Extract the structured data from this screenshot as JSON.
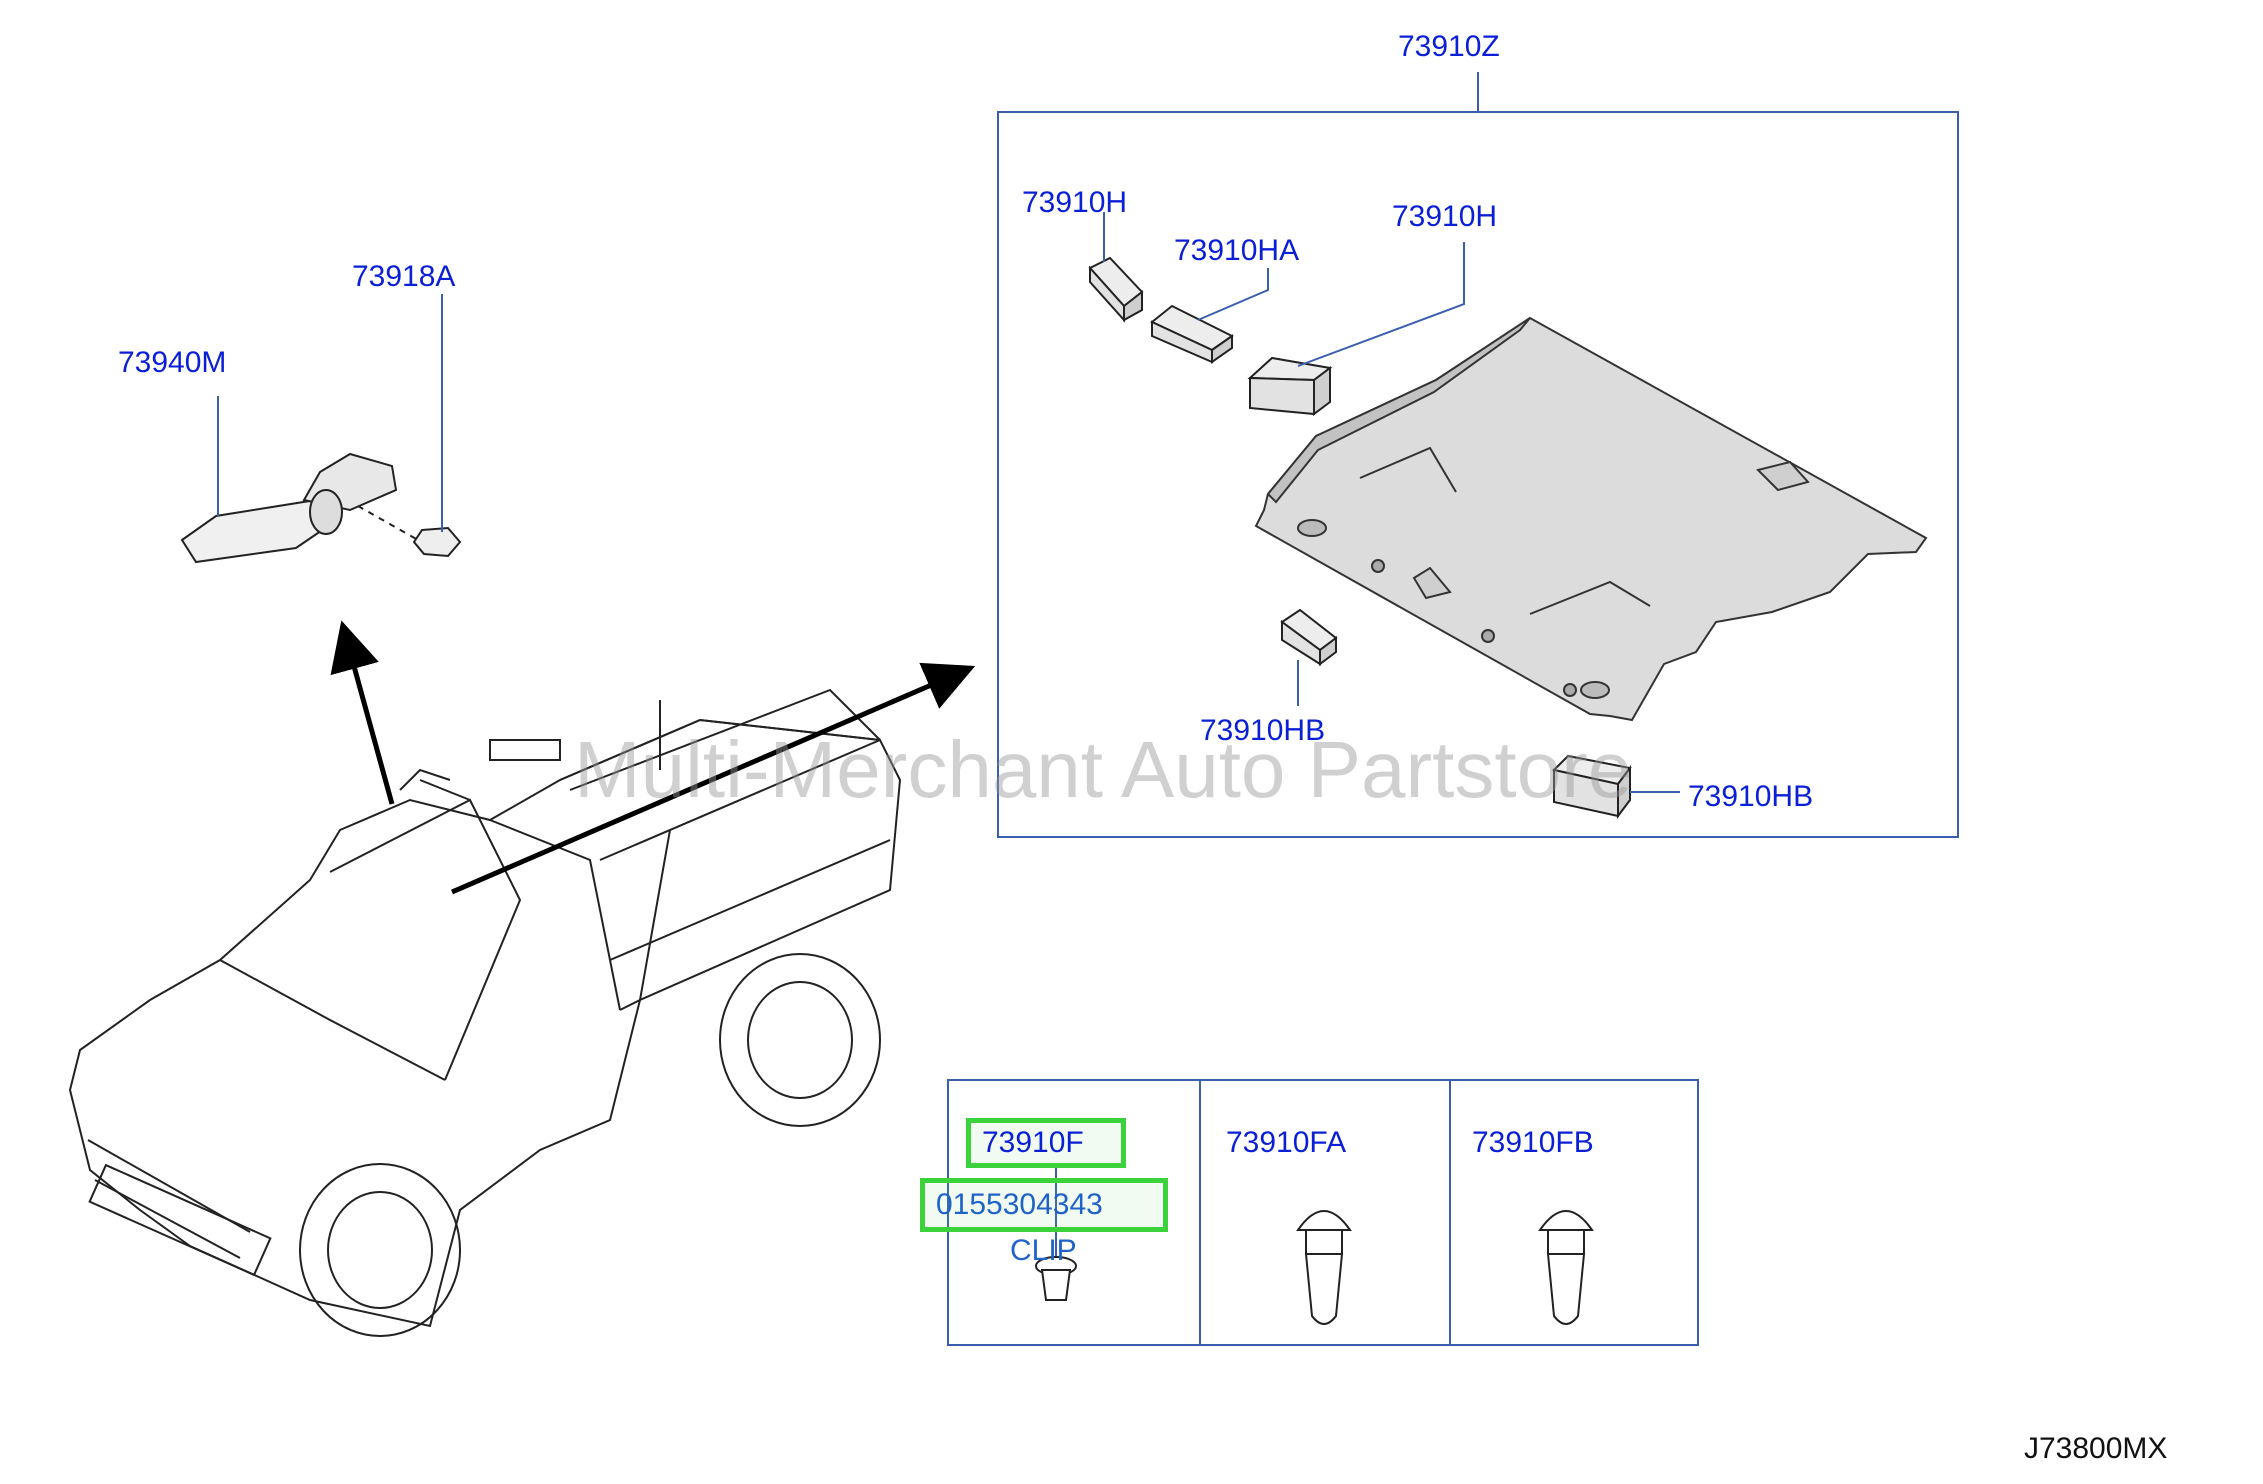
{
  "diagram": {
    "watermark": "Multi-Merchant Auto Partstore",
    "drawing_code": "J73800MX",
    "colors": {
      "label_blue": "#0a1fd6",
      "highlight_green": "#3cd23c",
      "box_border": "#3a5fae"
    },
    "assist_grip": {
      "part": "73940M",
      "screw": "73918A"
    },
    "headlining": {
      "assembly": "73910Z",
      "parts": [
        "73910H",
        "73910HA",
        "73910H",
        "73910HB",
        "73910HB"
      ]
    },
    "clips": [
      {
        "part": "73910F",
        "part_number": "0155304343",
        "name": "CLIP"
      },
      {
        "part": "73910FA"
      },
      {
        "part": "73910FB"
      }
    ]
  }
}
